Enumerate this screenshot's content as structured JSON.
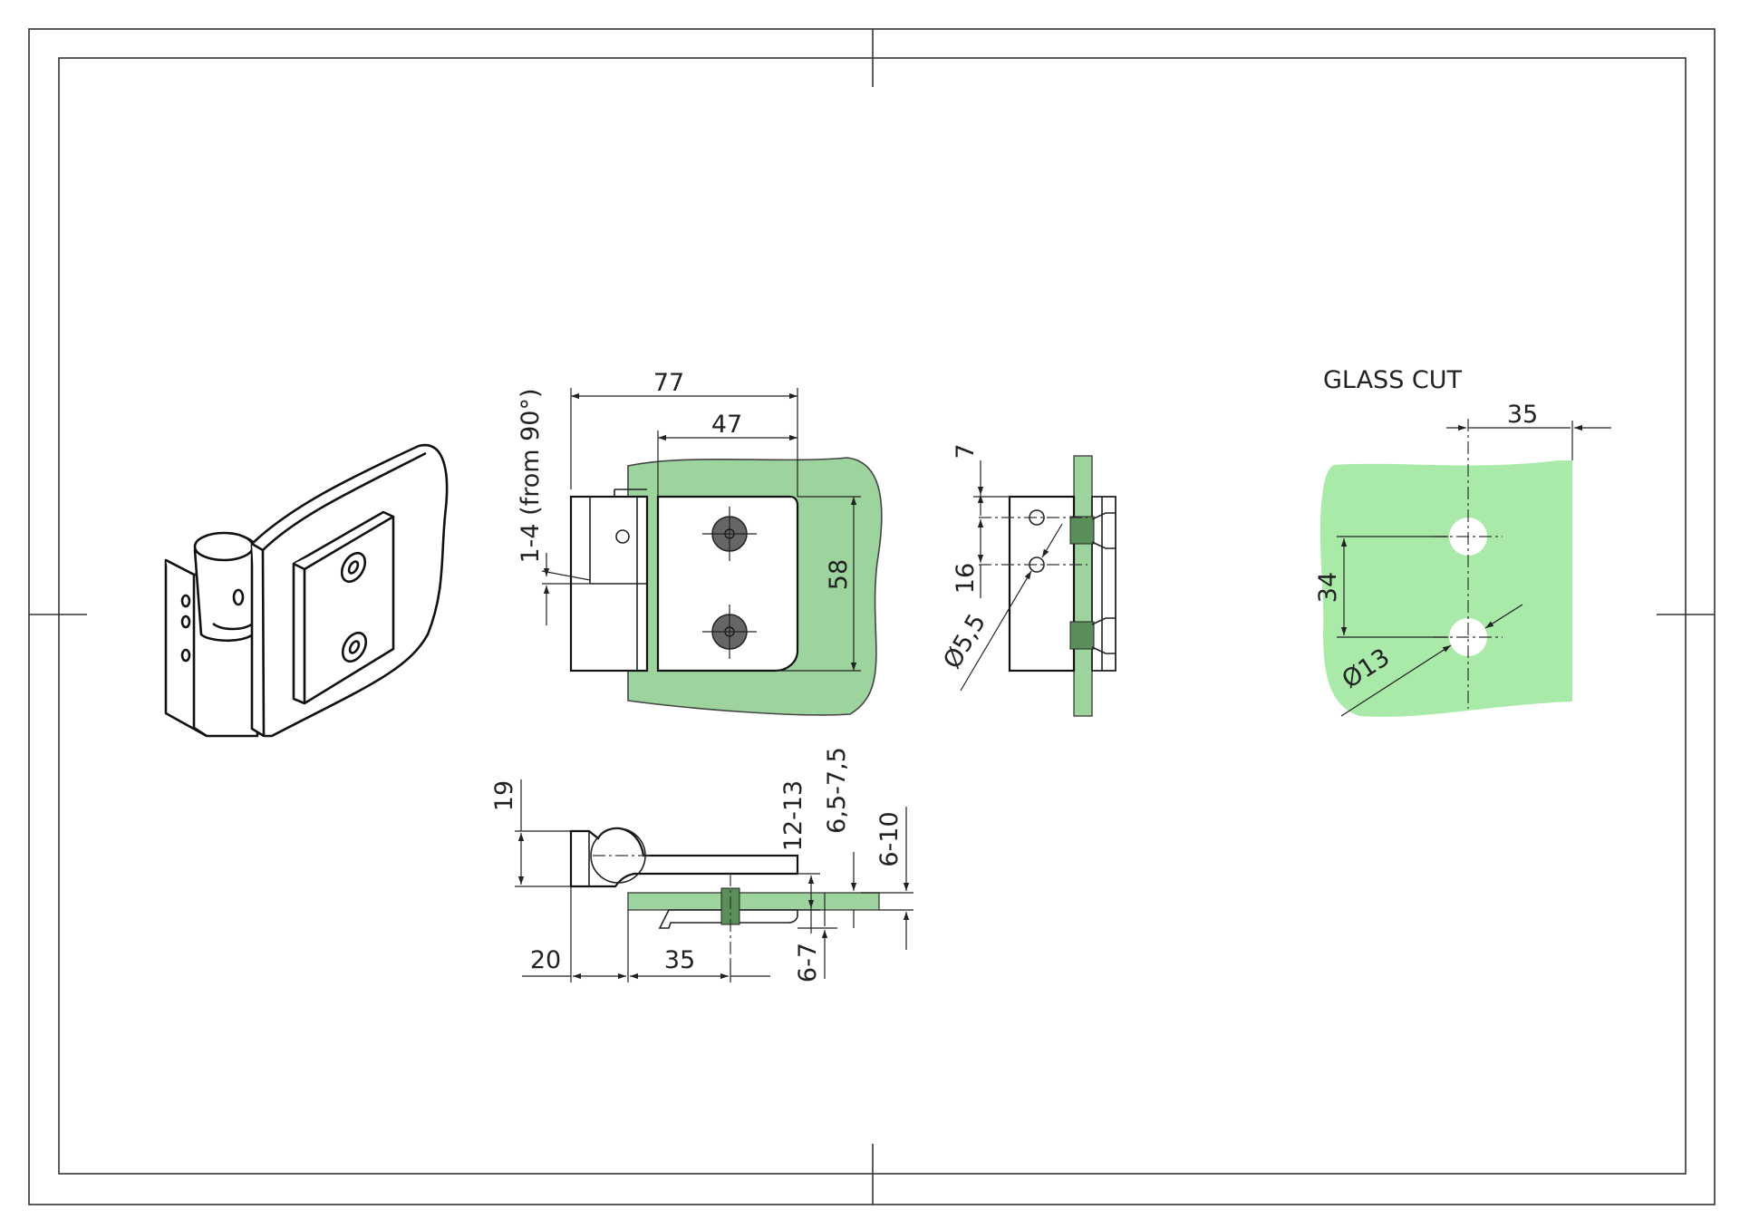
{
  "colors": {
    "glass_front": "#8ccc8c",
    "glass_cut": "#a9eaa9",
    "line": "#222222",
    "screw": "#666666"
  },
  "drawing": {
    "glass_cut_title": "GLASS CUT",
    "front_view": {
      "width_overall": "77",
      "width_plate": "47",
      "height_plate": "58",
      "angle_adjust": "1-4 (from 90°)"
    },
    "side_view": {
      "offset_top": "7",
      "hole_spacing": "16",
      "hole_diameter": "Ø5,5"
    },
    "top_view": {
      "thickness": "19",
      "gap": "12-13",
      "plate": "6,5-7,5",
      "glass": "6-10",
      "cover": "6-7",
      "offset_left": "20",
      "screw_offset": "35"
    },
    "glass_cut": {
      "edge_offset": "35",
      "hole_spacing": "34",
      "hole_diameter": "Ø13"
    }
  }
}
